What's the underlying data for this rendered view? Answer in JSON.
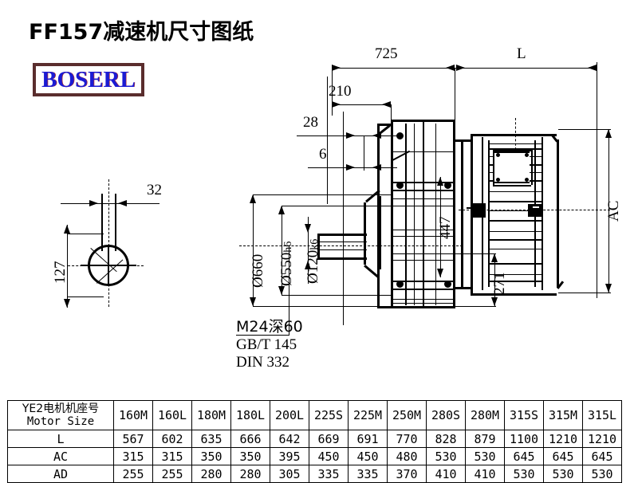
{
  "title": "FF157减速机尺寸图纸",
  "logo": {
    "text": "BOSERL",
    "border_color": "#5a2d2d",
    "text_color": "#1b1bd4"
  },
  "drawing": {
    "dimensions": {
      "top_left_span": "725",
      "top_right_span": "L",
      "offset_210": "210",
      "offset_28": "28",
      "offset_6": "6",
      "diameter_outer": "Ø660",
      "diameter_pilot": "Ø550",
      "diameter_pilot_tol": "h6",
      "diameter_shaft": "Ø120",
      "diameter_shaft_tol": "k6",
      "height_447": "447",
      "height_271": "271",
      "motor_height": "AC",
      "key_width": "32",
      "key_height": "127"
    },
    "notes": [
      "M24深60",
      "GB/T 145",
      "DIN 332"
    ]
  },
  "table": {
    "header_cjk": "YE2电机机座号",
    "header_en": "Motor Size",
    "sizes": [
      "160M",
      "160L",
      "180M",
      "180L",
      "200L",
      "225S",
      "225M",
      "250M",
      "280S",
      "280M",
      "315S",
      "315M",
      "315L"
    ],
    "rows": [
      {
        "label": "L",
        "values": [
          "567",
          "602",
          "635",
          "666",
          "642",
          "669",
          "691",
          "770",
          "828",
          "879",
          "1100",
          "1210",
          "1210"
        ]
      },
      {
        "label": "AC",
        "values": [
          "315",
          "315",
          "350",
          "350",
          "395",
          "450",
          "450",
          "480",
          "530",
          "530",
          "645",
          "645",
          "645"
        ]
      },
      {
        "label": "AD",
        "values": [
          "255",
          "255",
          "280",
          "280",
          "305",
          "335",
          "335",
          "370",
          "410",
          "410",
          "530",
          "530",
          "530"
        ]
      }
    ]
  }
}
